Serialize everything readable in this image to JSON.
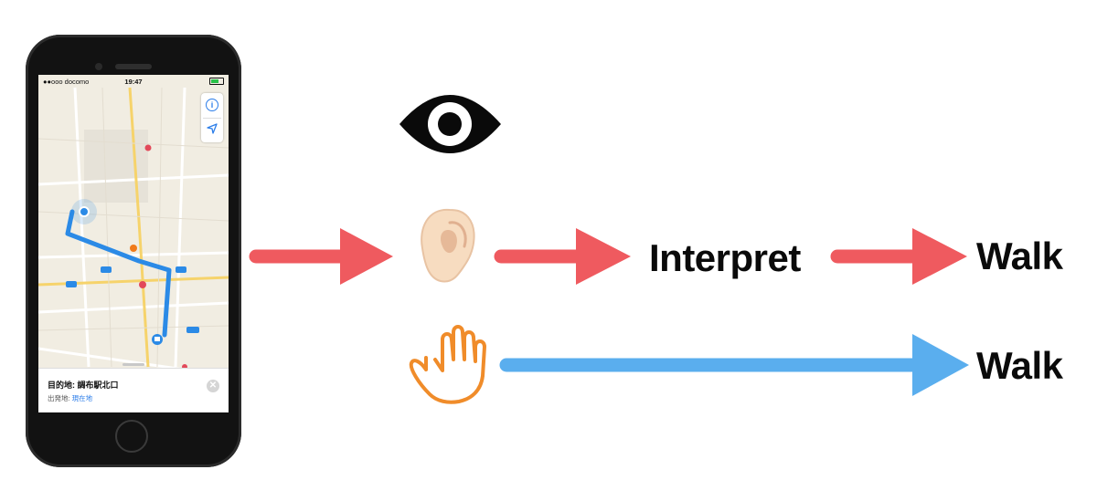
{
  "phone": {
    "carrier": "●●ooo docomo",
    "time": "19:47",
    "destination_label": "目的地: 調布駅北口",
    "origin_prefix": "出発地: ",
    "origin_value": "現在地",
    "close_glyph": "✕",
    "info_glyph": "i"
  },
  "colors": {
    "sense_arrow": "#ef5a5f",
    "touch_arrow": "#5aaeee",
    "route": "#2b8ae6",
    "hand": "#f08c2a"
  },
  "icons": [
    "eye-icon",
    "ear-icon",
    "hand-icon",
    "location-arrow-icon",
    "info-icon"
  ],
  "flow": {
    "interpret_label": "Interpret",
    "walk_label_top": "Walk",
    "walk_label_bottom": "Walk"
  }
}
